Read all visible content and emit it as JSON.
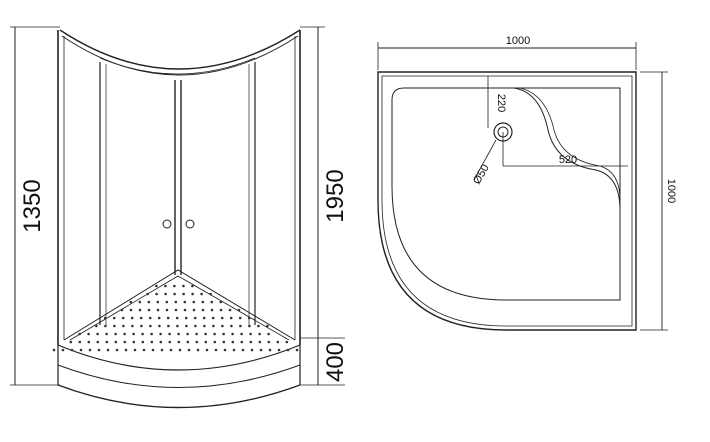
{
  "front_view": {
    "total_height_label": "1350",
    "door_height_label": "1950",
    "tray_height_label": "400"
  },
  "top_view": {
    "width_label": "1000",
    "depth_label": "1000",
    "drain_offset_y_label": "220",
    "drain_offset_x_label": "520",
    "drain_diameter_label": "Ø50"
  }
}
